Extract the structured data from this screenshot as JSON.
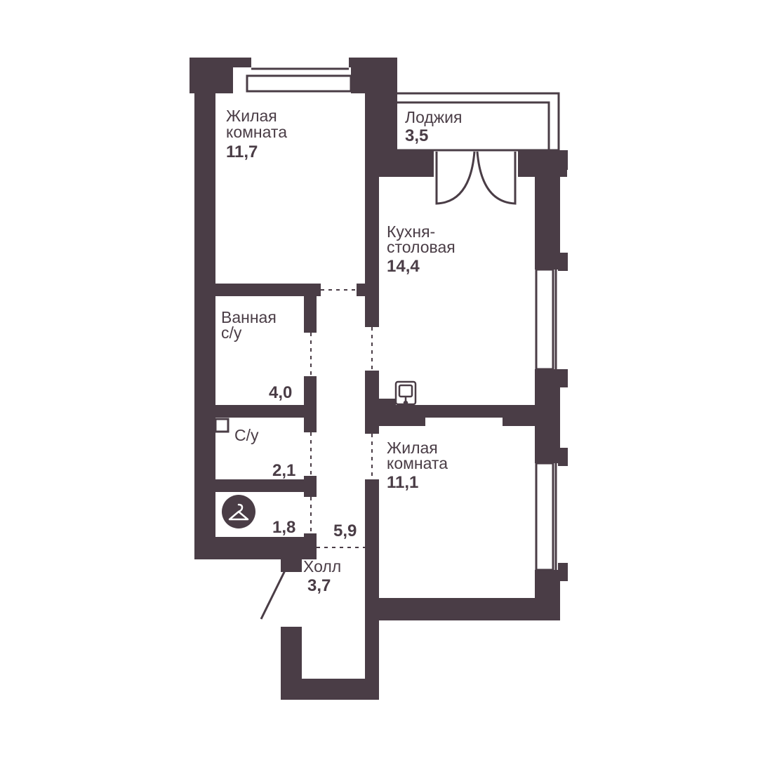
{
  "colors": {
    "wall": "#4a3d46",
    "background": "#ffffff",
    "text": "#4a3d46"
  },
  "icons": [
    "wardrobe-hanger-icon",
    "sink-icon",
    "door-swing-icon"
  ],
  "rooms": {
    "living_room_1": {
      "name_line1": "Жилая",
      "name_line2": "комната",
      "area": "11,7"
    },
    "loggia": {
      "name": "Лоджия",
      "area": "3,5"
    },
    "kitchen": {
      "name_line1": "Кухня-",
      "name_line2": "столовая",
      "area": "14,4"
    },
    "bathroom": {
      "name_line1": "Ванная",
      "name_line2": "с/у",
      "area": "4,0"
    },
    "toilet": {
      "name": "С/у",
      "area": "2,1"
    },
    "wardrobe": {
      "area": "1,8"
    },
    "corridor": {
      "area": "5,9"
    },
    "living_room_2": {
      "name_line1": "Жилая",
      "name_line2": "комната",
      "area": "11,1"
    },
    "hall": {
      "name": "Холл",
      "area": "3,7"
    }
  }
}
